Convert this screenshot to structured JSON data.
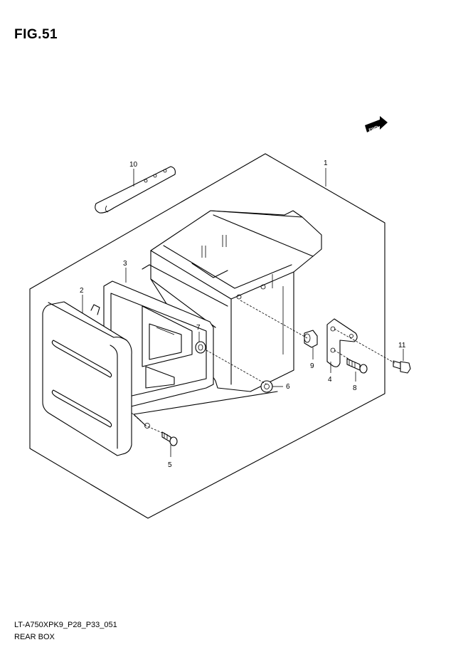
{
  "header": {
    "figure_title": "FIG.51"
  },
  "fwd_badge": {
    "label": "FWD"
  },
  "callouts": [
    {
      "id": "1",
      "label": "1"
    },
    {
      "id": "2",
      "label": "2"
    },
    {
      "id": "3",
      "label": "3"
    },
    {
      "id": "4",
      "label": "4"
    },
    {
      "id": "5",
      "label": "5"
    },
    {
      "id": "6",
      "label": "6"
    },
    {
      "id": "7",
      "label": "7"
    },
    {
      "id": "8",
      "label": "8"
    },
    {
      "id": "9",
      "label": "9"
    },
    {
      "id": "10",
      "label": "10"
    },
    {
      "id": "11",
      "label": "11"
    }
  ],
  "footer": {
    "code": "LT-A750XPK9_P28_P33_051",
    "name": "REAR BOX"
  }
}
